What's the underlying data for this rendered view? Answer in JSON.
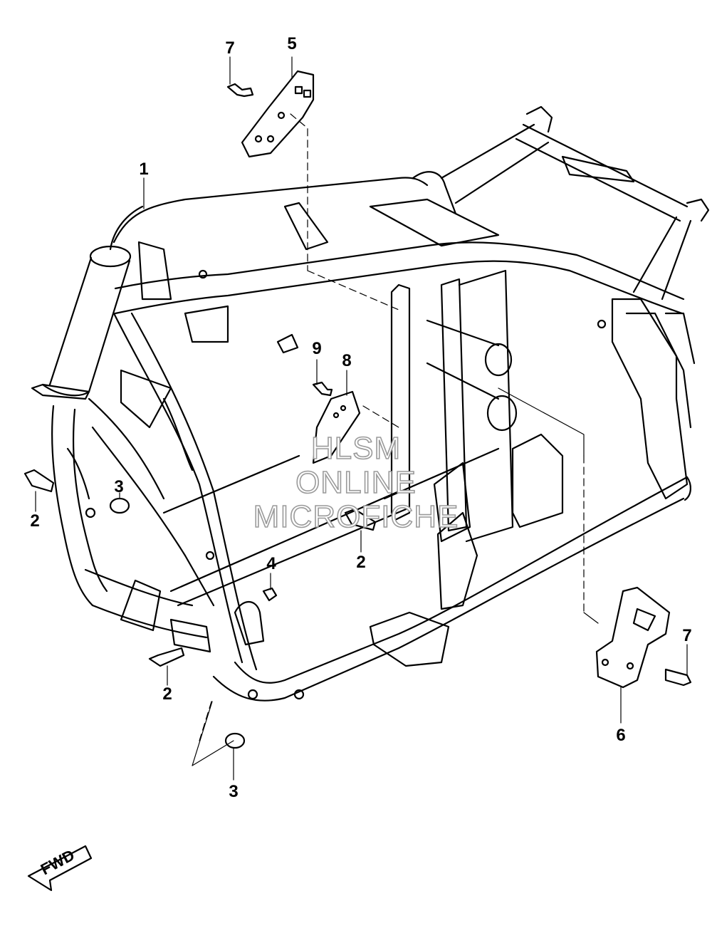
{
  "callouts": {
    "c1": "1",
    "c2a": "2",
    "c2b": "2",
    "c2c": "2",
    "c3a": "3",
    "c3b": "3",
    "c4": "4",
    "c5": "5",
    "c6": "6",
    "c7a": "7",
    "c7b": "7",
    "c8": "8",
    "c9": "9"
  },
  "watermark": {
    "line1": "HLSM",
    "line2": "ONLINE",
    "line3": "MICROFICHE"
  },
  "fwd_label": "FWD"
}
